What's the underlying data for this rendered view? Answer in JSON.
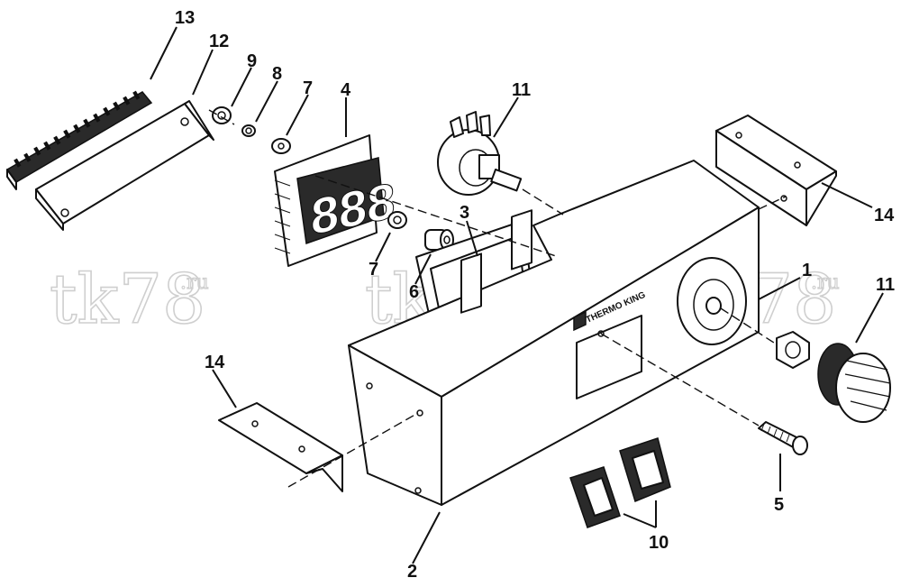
{
  "watermark": {
    "text": "tk78",
    "suffix": ".ru"
  },
  "panel": {
    "label": "THERMO KING"
  },
  "callouts": [
    {
      "id": "c13",
      "text": "13"
    },
    {
      "id": "c12",
      "text": "12"
    },
    {
      "id": "c9",
      "text": "9"
    },
    {
      "id": "c8",
      "text": "8"
    },
    {
      "id": "c7a",
      "text": "7"
    },
    {
      "id": "c4",
      "text": "4"
    },
    {
      "id": "c11a",
      "text": "11"
    },
    {
      "id": "c3",
      "text": "3"
    },
    {
      "id": "c7b",
      "text": "7"
    },
    {
      "id": "c6",
      "text": "6"
    },
    {
      "id": "c1",
      "text": "1"
    },
    {
      "id": "c14a",
      "text": "14"
    },
    {
      "id": "c11b",
      "text": "11"
    },
    {
      "id": "c14b",
      "text": "14"
    },
    {
      "id": "c5",
      "text": "5"
    },
    {
      "id": "c10",
      "text": "10"
    },
    {
      "id": "c2",
      "text": "2"
    }
  ],
  "display": {
    "digits": "888"
  },
  "colors": {
    "ink": "#111111",
    "watermark": "#cfcfcf",
    "background": "#ffffff"
  }
}
